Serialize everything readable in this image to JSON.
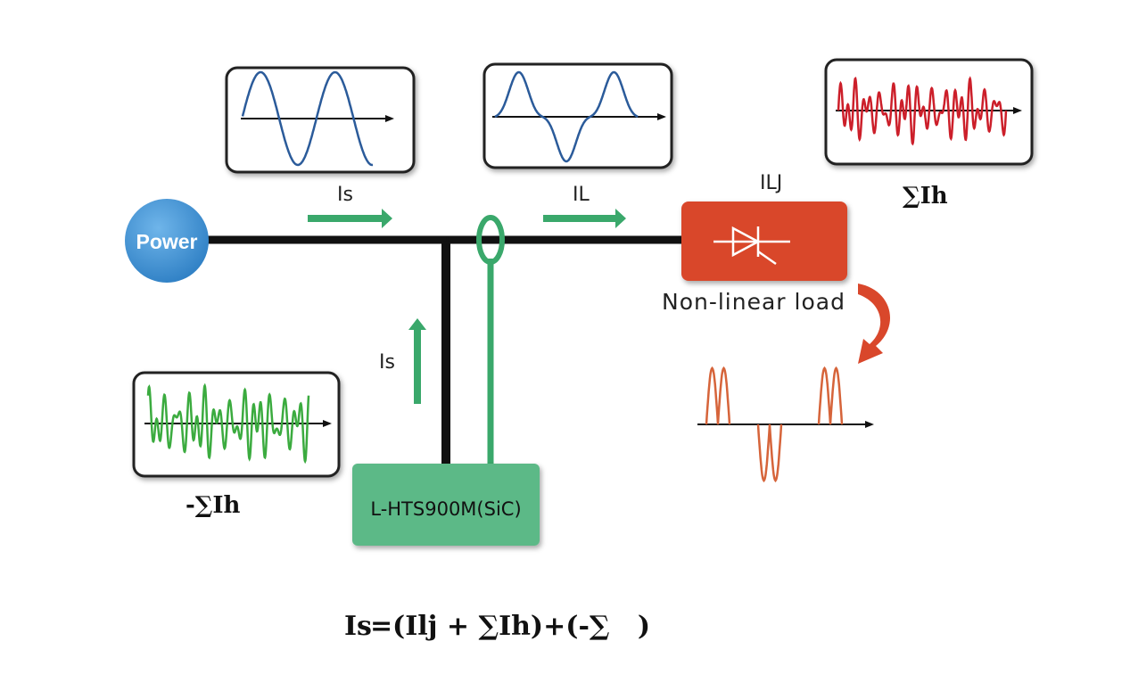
{
  "power": {
    "label": "Power",
    "color": "#3f93d4"
  },
  "device": {
    "label": "L-HTS900M(SiC)",
    "color": "#5cb987"
  },
  "load": {
    "label": "Non-linear load",
    "color": "#d9472b"
  },
  "current_labels": {
    "is_top": "Is",
    "il": "IL",
    "ilj": "ILJ",
    "is_vertical": "Is"
  },
  "harmonic_labels": {
    "sum_ih": "∑Ih",
    "neg_sum_ih": "-∑Ih"
  },
  "formula": {
    "lhs": "Is",
    "equals": "=",
    "rhs": "(Ilj + ∑Ih)+(-∑   )"
  },
  "waveforms": {
    "sine": "sine-wave",
    "distorted": "distorted-wave",
    "harmonic_red": "harmonic-wave",
    "harmonic_green": "compensation-wave",
    "load_pulses": "pulse-current-wave"
  },
  "colors": {
    "bus": "#111111",
    "arrow_green": "#3aa86b",
    "wave_blue": "#2b5b9a",
    "wave_red": "#cc1f2a",
    "wave_green": "#3bab3f",
    "wave_orange": "#d6643a",
    "curve_arrow": "#d9472b"
  }
}
